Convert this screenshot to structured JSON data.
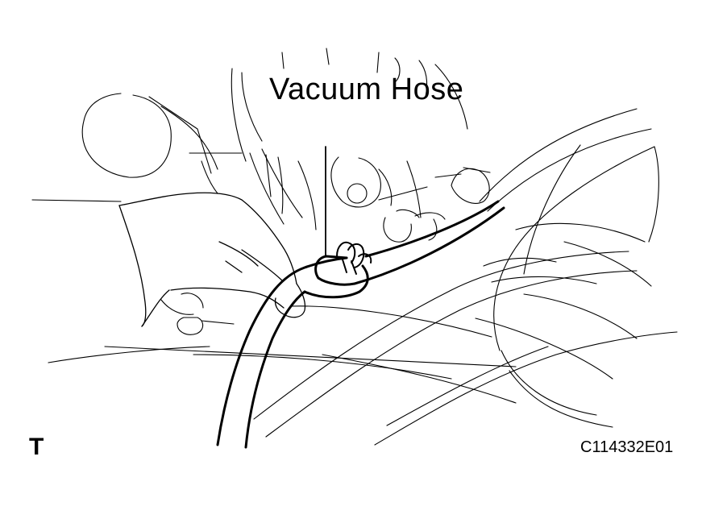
{
  "diagram": {
    "callout_label": "Vacuum Hose",
    "view_mark": "T",
    "figure_code": "C114332E01",
    "line_color": "#000000",
    "background_color": "#ffffff",
    "icons": [
      "hand-icon",
      "vacuum-hose-icon",
      "hose-clamp-icon",
      "engine-parts-icon"
    ]
  }
}
